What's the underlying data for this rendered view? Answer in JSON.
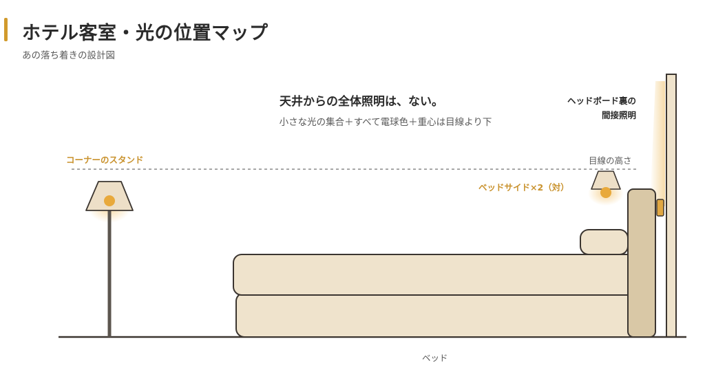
{
  "header": {
    "title": "ホテル客室・光の位置マップ",
    "subtitle": "あの落ち着きの設計図"
  },
  "message": {
    "headline": "天井からの全体照明は、ない。",
    "subline": "小さな光の集合＋すべて電球色＋重心は目線より下"
  },
  "labels": {
    "corner_stand": "コーナーのスタンド",
    "eye_level": "目線の高さ",
    "bedside": "ベッドサイド×2（対）",
    "headboard_line1": "ヘッドボード裏の",
    "headboard_line2": "間接照明",
    "bed": "ベッド"
  },
  "colors": {
    "accent": "#d19a2c",
    "label_gold": "#c9922d",
    "bulb": "#e8a93b",
    "shade": "#eddfc7",
    "bed_fill": "#efe3cc",
    "headboard_fill": "#d9c8a6",
    "outline": "#3b3530",
    "dashed_line": "#888888"
  }
}
